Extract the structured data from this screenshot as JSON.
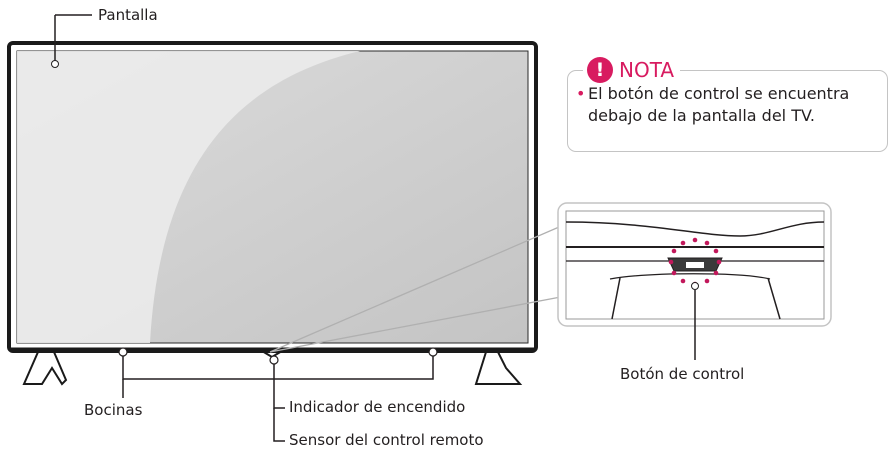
{
  "labels": {
    "screen": "Pantalla",
    "speakers": "Bocinas",
    "power_indicator": "Indicador de encendido",
    "remote_sensor": "Sensor del control remoto",
    "control_button": "Botón de control"
  },
  "note": {
    "icon": "exclamation-icon",
    "title": "NOTA",
    "bullet": "•",
    "text": "El botón de control se encuentra debajo de la pantalla del TV.",
    "accent_color": "#d81b60"
  },
  "colors": {
    "frame": "#1a1a1a",
    "screen_light": "#e6e6e6",
    "screen_dark": "#bdbdbd",
    "callout_dots": "#c2185b",
    "box_border": "#c4c4c4"
  }
}
